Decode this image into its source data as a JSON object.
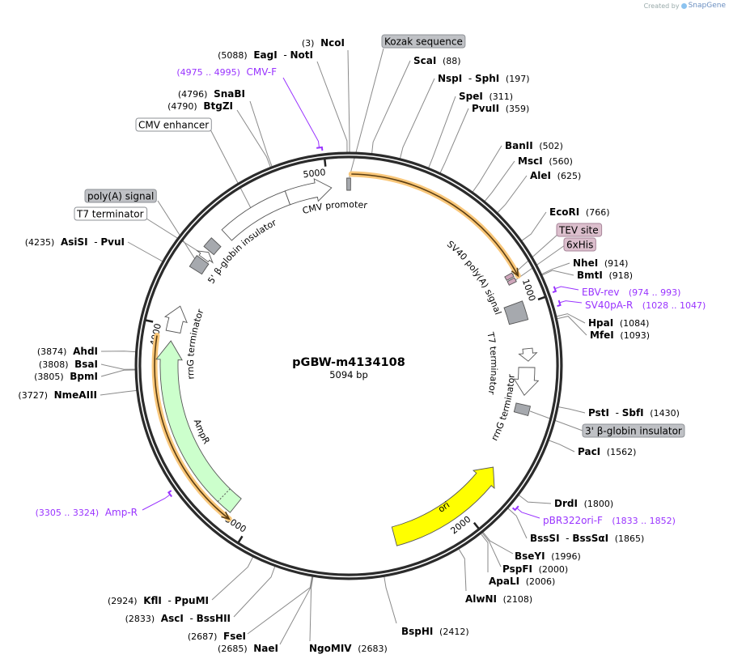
{
  "plasmid": {
    "name": "pGBW-m4134108",
    "length": "5094 bp"
  },
  "watermark": {
    "prefix": "Created by",
    "brand": "SnapGene"
  },
  "tick_labels": [
    "1000",
    "2000",
    "3000",
    "4000",
    "5000"
  ],
  "enzymes": [
    {
      "names": [
        "ScaI"
      ],
      "pos": 88
    },
    {
      "names": [
        "NspI",
        "SphI"
      ],
      "pos": 197
    },
    {
      "names": [
        "SpeI"
      ],
      "pos": 311
    },
    {
      "names": [
        "PvuII"
      ],
      "pos": 359
    },
    {
      "names": [
        "BanII"
      ],
      "pos": 502
    },
    {
      "names": [
        "MscI"
      ],
      "pos": 560
    },
    {
      "names": [
        "AleI"
      ],
      "pos": 625
    },
    {
      "names": [
        "EcoRI"
      ],
      "pos": 766
    },
    {
      "names": [
        "NheI"
      ],
      "pos": 914
    },
    {
      "names": [
        "BmtI"
      ],
      "pos": 918
    },
    {
      "names": [
        "HpaI"
      ],
      "pos": 1084
    },
    {
      "names": [
        "MfeI"
      ],
      "pos": 1093
    },
    {
      "names": [
        "PstI",
        "SbfI"
      ],
      "pos": 1430
    },
    {
      "names": [
        "PacI"
      ],
      "pos": 1562
    },
    {
      "names": [
        "DrdI"
      ],
      "pos": 1800
    },
    {
      "names": [
        "BssSI",
        "BssSαI"
      ],
      "pos": 1865
    },
    {
      "names": [
        "BseYI"
      ],
      "pos": 1996
    },
    {
      "names": [
        "PspFI"
      ],
      "pos": 2000
    },
    {
      "names": [
        "ApaLI"
      ],
      "pos": 2006
    },
    {
      "names": [
        "AlwNI"
      ],
      "pos": 2108
    },
    {
      "names": [
        "BspHI"
      ],
      "pos": 2412
    },
    {
      "names": [
        "NgoMIV"
      ],
      "pos": 2683
    },
    {
      "names": [
        "NcoI"
      ],
      "pos": 3
    },
    {
      "names": [
        "EagI",
        "NotI"
      ],
      "pos": 5088
    },
    {
      "names": [
        "SnaBI"
      ],
      "pos": 4796
    },
    {
      "names": [
        "BtgZI"
      ],
      "pos": 4790
    },
    {
      "names": [
        "AsiSI",
        "PvuI"
      ],
      "pos": 4235
    },
    {
      "names": [
        "AhdI"
      ],
      "pos": 3874
    },
    {
      "names": [
        "BsaI"
      ],
      "pos": 3808
    },
    {
      "names": [
        "BpmI"
      ],
      "pos": 3805
    },
    {
      "names": [
        "NmeAIII"
      ],
      "pos": 3727
    },
    {
      "names": [
        "KflI",
        "PpuMI"
      ],
      "pos": 2924
    },
    {
      "names": [
        "AscI",
        "BssHII"
      ],
      "pos": 2833
    },
    {
      "names": [
        "FseI"
      ],
      "pos": 2687
    },
    {
      "names": [
        "NaeI"
      ],
      "pos": 2685
    }
  ],
  "primers": [
    {
      "name": "CMV-F",
      "start": 4975,
      "end": 4995
    },
    {
      "name": "EBV-rev",
      "start": 974,
      "end": 993
    },
    {
      "name": "SV40pA-R",
      "start": 1028,
      "end": 1047
    },
    {
      "name": "pBR322ori-F",
      "start": 1833,
      "end": 1852
    },
    {
      "name": "Amp-R",
      "start": 3305,
      "end": 3324
    }
  ],
  "boxed_features": [
    {
      "name": "Kozak sequence",
      "fill": "#bfc1c5",
      "border": "#8e9196"
    },
    {
      "name": "CMV enhancer",
      "fill": "#ffffff",
      "border": "#8e9196"
    },
    {
      "name": "poly(A) signal",
      "fill": "#bfc1c5",
      "border": "#8e9196"
    },
    {
      "name": "T7 terminator",
      "fill": "#ffffff",
      "border": "#8e9196"
    },
    {
      "name": "TEV site",
      "fill": "#dcbfcd",
      "border": "#a8869a"
    },
    {
      "name": "6xHis",
      "fill": "#dcbfcd",
      "border": "#a8869a"
    },
    {
      "name": "3' β-globin insulator",
      "fill": "#bfc1c5",
      "border": "#8e9196"
    }
  ],
  "curved_features": [
    {
      "name": "CMV promoter"
    },
    {
      "name": "5' β-globin insulator"
    },
    {
      "name": "SV40 poly(A) signal"
    },
    {
      "name": "T7 terminator"
    },
    {
      "name": "rrnG terminator"
    },
    {
      "name": "ori"
    },
    {
      "name": "AmpR"
    },
    {
      "name": "rrnG terminator"
    }
  ],
  "colors": {
    "backbone": "#2b2b2b",
    "primer": "#9933ff",
    "ori": "#ffff00",
    "ampr": "#ccffcc",
    "highlight": "#f9c77a",
    "misc_box": "#a6a9ae",
    "tag_box": "#cfa6bb"
  }
}
